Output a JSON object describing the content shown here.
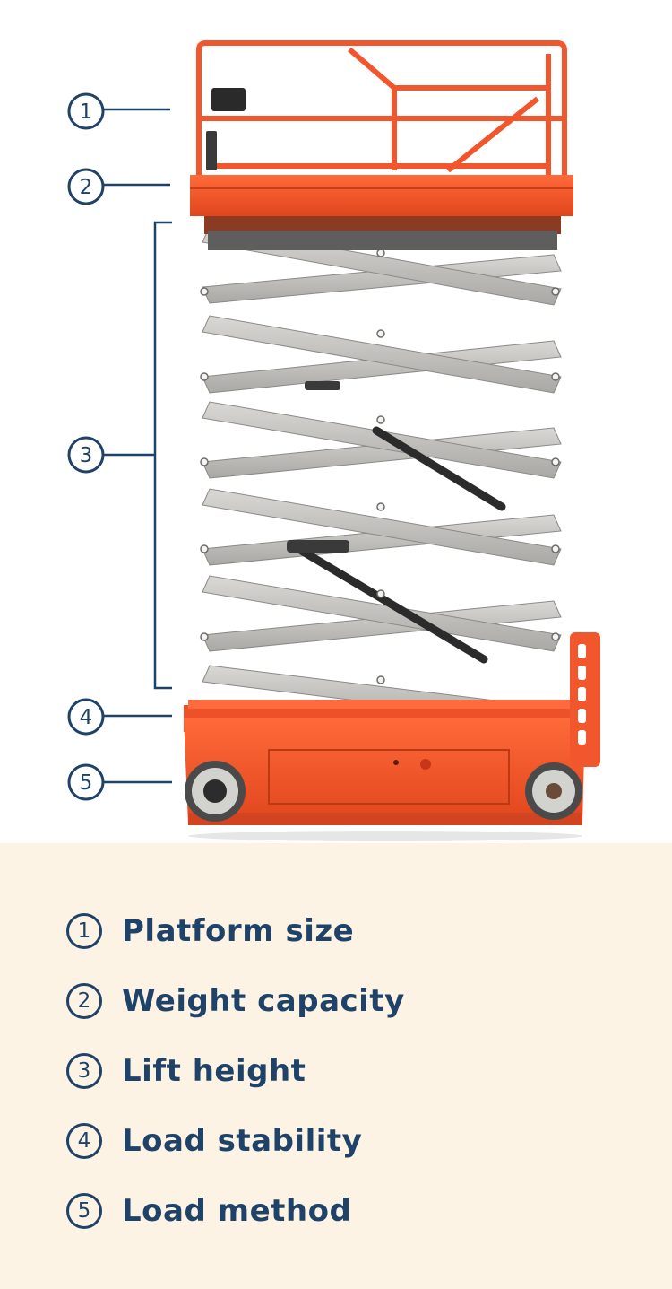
{
  "colors": {
    "navy": "#1f4268",
    "lift_orange": "#f2562c",
    "scissor_grey": "#c7c6c3",
    "legend_background": "#fdf3e4"
  },
  "figure": {
    "subject": "scissor-lift",
    "callouts": [
      {
        "number": "1"
      },
      {
        "number": "2"
      },
      {
        "number": "3"
      },
      {
        "number": "4"
      },
      {
        "number": "5"
      }
    ]
  },
  "legend": {
    "items": [
      {
        "number": "1",
        "label": "Platform size"
      },
      {
        "number": "2",
        "label": "Weight capacity"
      },
      {
        "number": "3",
        "label": "Lift height"
      },
      {
        "number": "4",
        "label": "Load stability"
      },
      {
        "number": "5",
        "label": "Load method"
      }
    ]
  }
}
